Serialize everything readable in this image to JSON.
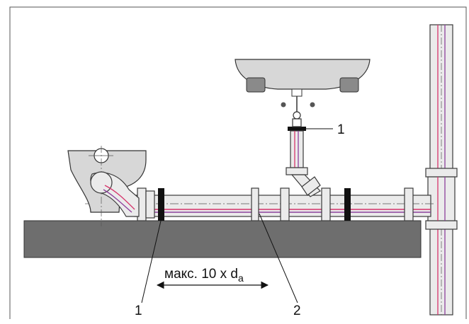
{
  "labels": {
    "callout_top": "1",
    "callout_bottom_left": "1",
    "callout_bottom_right": "2",
    "dimension_text": "макс. 10 x d",
    "dimension_subscript": "a"
  },
  "colors": {
    "slab": "#6e6e6e",
    "pipe_fill": "#ebebeb",
    "pipe_stroke": "#3a3a3a",
    "stripe_red": "#d6336b",
    "stripe_purple": "#8c3f9b",
    "clamp": "#111111",
    "fixture_fill": "#d7d7d7",
    "fixture_dark": "#8a8a8a"
  }
}
